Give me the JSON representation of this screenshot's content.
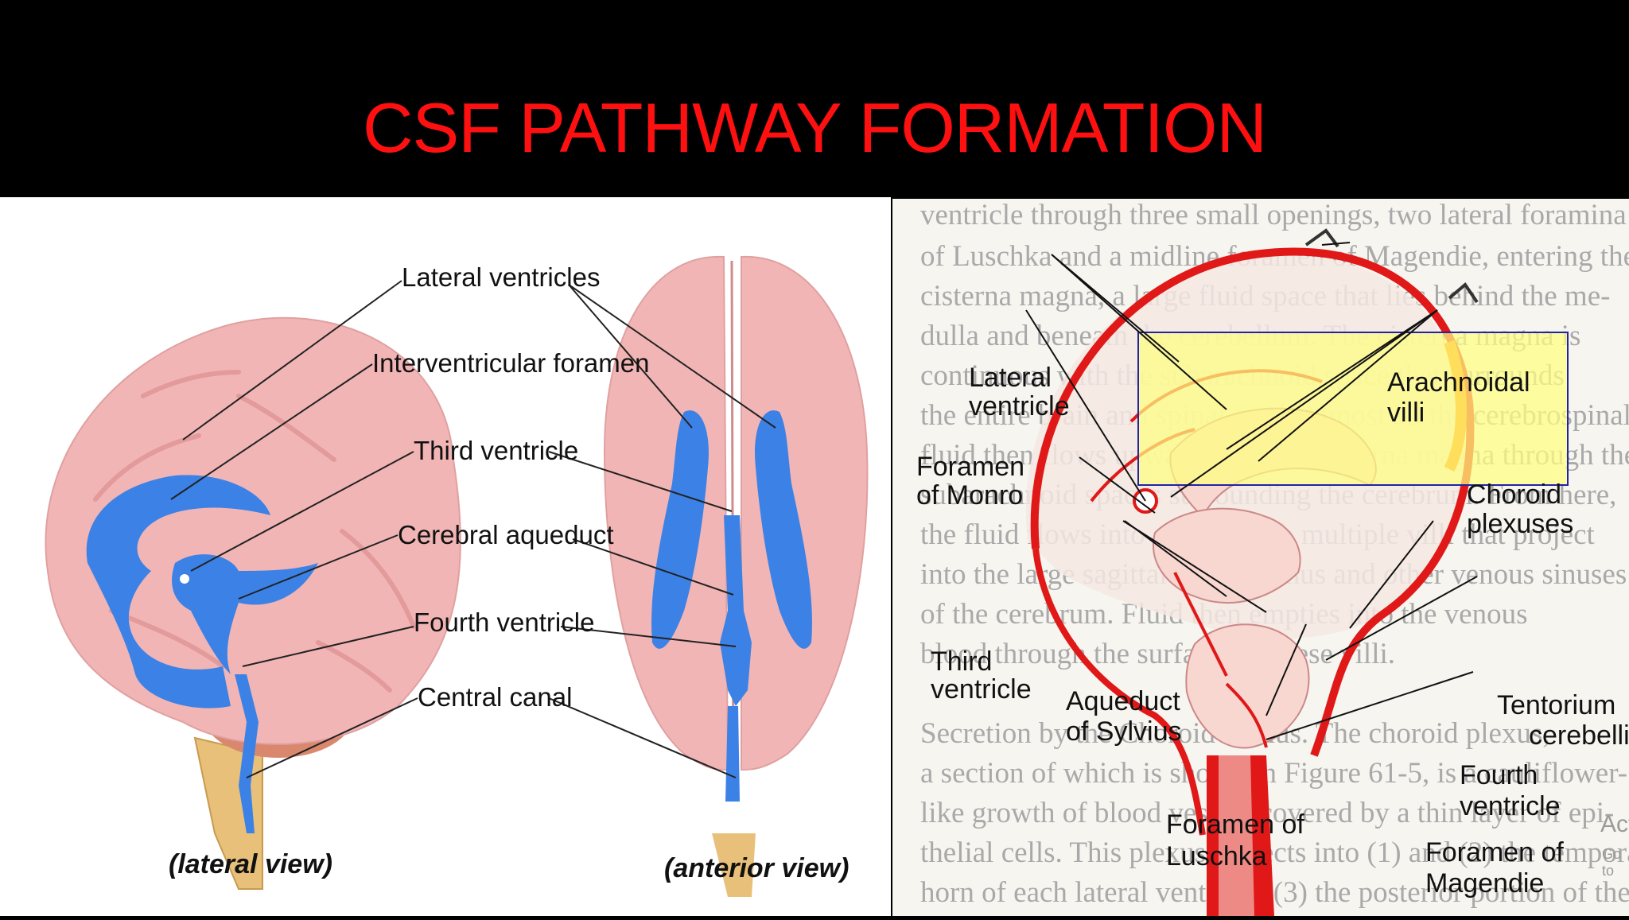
{
  "slide": {
    "title": "CSF PATHWAY FORMATION"
  },
  "left_diagram": {
    "labels": {
      "lateral_ventricles": "Lateral ventricles",
      "interventricular_foramen": "Interventricular foramen",
      "third_ventricle": "Third ventricle",
      "cerebral_aqueduct": "Cerebral aqueduct",
      "fourth_ventricle": "Fourth ventricle",
      "central_canal": "Central canal"
    },
    "captions": {
      "lateral": "(lateral view)",
      "anterior": "(anterior view)"
    },
    "colors": {
      "brain": "#f2b5b5",
      "ventricles": "#3c82e6",
      "brainstem": "#e8c07a",
      "cerebellum": "#d9886e"
    }
  },
  "right_diagram": {
    "labels": {
      "lateral_ventricle": [
        "Lateral",
        "ventricle"
      ],
      "arachnoidal_villi": [
        "Arachnoidal",
        "villi"
      ],
      "foramen_of_monro": [
        "Foramen",
        "of Monro"
      ],
      "choroid_plexuses": [
        "Choroid",
        "plexuses"
      ],
      "third_ventricle": [
        "Third",
        "ventricle"
      ],
      "aqueduct_of_sylvius": [
        "Aqueduct",
        "of Sylvius"
      ],
      "tentorium_cerebelli": [
        "Tentorium",
        "cerebelli"
      ],
      "fourth_ventricle": [
        "Fourth",
        "ventricle"
      ],
      "foramen_of_luschka": [
        "Foramen of",
        "Luschka"
      ],
      "foramen_of_magendie": [
        "Foramen of",
        "Magendie"
      ]
    },
    "background_text": [
      "ventricle through three small openings, two lateral foramina",
      "of Luschka and a midline foramen of Magendie, entering the",
      "cisterna magna, a large fluid space that lies behind the me-",
      "dulla and beneath the cerebellum. The cisterna magna is",
      "continuous with the subarachnoid space that surrounds",
      "the entire brain and spinal cord. Almost all the cerebrospinal",
      "fluid then flows upward from the cisterna magna through the",
      "subarachnoid spaces surrounding the cerebrum. From here,",
      "the fluid flows into and through multiple villi that project",
      "into the large sagittal venous sinus and other venous sinuses",
      "of the cerebrum. Fluid then empties into the venous",
      "blood through the surfaces of these villi.",
      "Secretion by the Choroid Plexus. The choroid plexus,",
      "a section of which is shown in Figure 61-5, is a cauliflower-",
      "like growth of blood vessels covered by a thin layer of epi-",
      "thelial cells. This plexus projects into (1) and (2) the temporal",
      "horn of each lateral ventricle, (3) the posterior portion of the"
    ],
    "colors": {
      "vessels": "#e01818",
      "highlight": "#ffff80",
      "brain_fill": "#f4e7e2"
    }
  },
  "watermark": {
    "line1": "Act",
    "line2": "Go to"
  }
}
